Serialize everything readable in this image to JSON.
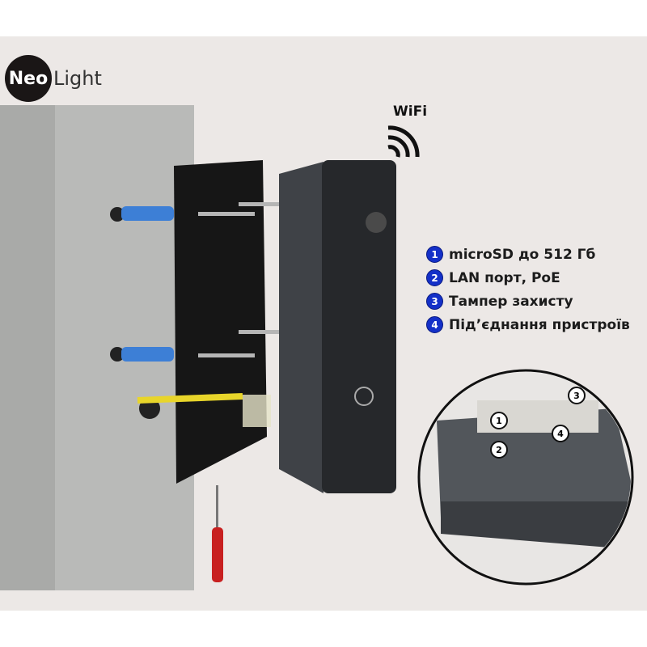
{
  "brand": {
    "logo_part1": "Neo",
    "logo_part2": "Light"
  },
  "wifi_label": "WiFi",
  "features": [
    {
      "number": "1",
      "label": "microSD до 512 Гб"
    },
    {
      "number": "2",
      "label": "LAN порт, PoE"
    },
    {
      "number": "3",
      "label": "Тампер захисту"
    },
    {
      "number": "4",
      "label": "Під’єднання пристроїв"
    }
  ],
  "colors": {
    "badge": "#1430c8",
    "background": "#ece8e6",
    "device": "#4a4d52"
  }
}
